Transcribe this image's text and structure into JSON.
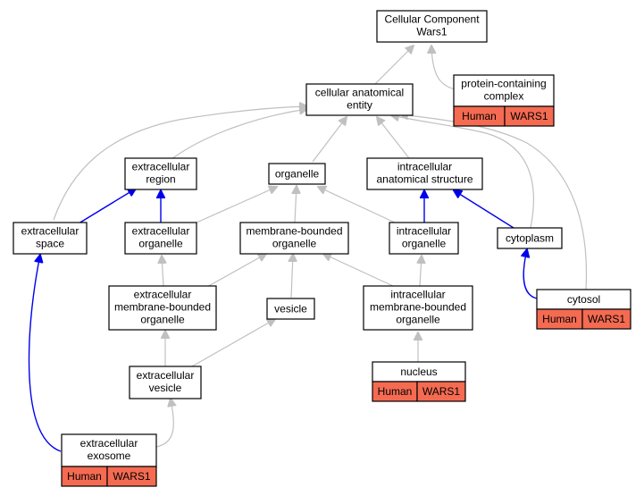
{
  "colors": {
    "annotation": "#f46b52",
    "is_a_edge": "#c0c0c0",
    "part_of_edge": "#0000ee"
  },
  "nodes": {
    "root": [
      "Cellular Component",
      "Wars1"
    ],
    "protein_complex": [
      "protein-containing",
      "complex"
    ],
    "cellular_anatomical_entity": [
      "cellular anatomical",
      "entity"
    ],
    "extracellular_region": [
      "extracellular",
      "region"
    ],
    "organelle": [
      "organelle"
    ],
    "intracellular_anatomical_structure": [
      "intracellular",
      "anatomical structure"
    ],
    "extracellular_space": [
      "extracellular",
      "space"
    ],
    "extracellular_organelle": [
      "extracellular",
      "organelle"
    ],
    "membrane_bounded_organelle": [
      "membrane-bounded",
      "organelle"
    ],
    "intracellular_organelle": [
      "intracellular",
      "organelle"
    ],
    "cytoplasm": [
      "cytoplasm"
    ],
    "cytosol": [
      "cytosol"
    ],
    "extracellular_membrane_bounded_organelle": [
      "extracellular",
      "membrane-bounded",
      "organelle"
    ],
    "vesicle": [
      "vesicle"
    ],
    "intracellular_membrane_bounded_organelle": [
      "intracellular",
      "membrane-bounded",
      "organelle"
    ],
    "extracellular_vesicle": [
      "extracellular",
      "vesicle"
    ],
    "nucleus": [
      "nucleus"
    ],
    "extracellular_exosome": [
      "extracellular",
      "exosome"
    ]
  },
  "annotations": {
    "protein_complex": [
      "Human",
      "WARS1"
    ],
    "cytosol": [
      "Human",
      "WARS1"
    ],
    "nucleus": [
      "Human",
      "WARS1"
    ],
    "extracellular_exosome": [
      "Human",
      "WARS1"
    ]
  }
}
